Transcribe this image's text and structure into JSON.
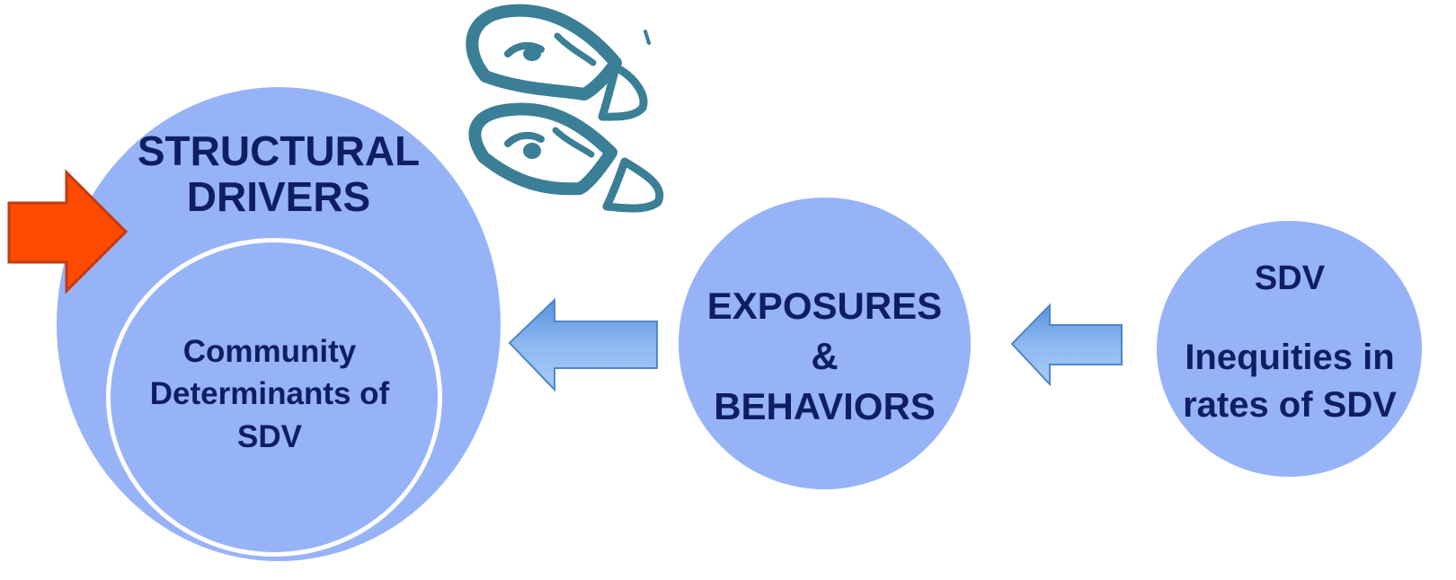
{
  "diagram": {
    "structural": {
      "title_line1": "STRUCTURAL",
      "title_line2": "DRIVERS",
      "inner_line1": "Community",
      "inner_line2": "Determinants of",
      "inner_line3": "SDV"
    },
    "exposures": {
      "line1": "EXPOSURES",
      "line2": "&",
      "line3": "BEHAVIORS"
    },
    "sdv": {
      "title": "SDV",
      "line1": "Inequities in",
      "line2": "rates of SDV"
    },
    "colors": {
      "circle_fill": "#97b3f8",
      "text": "#0f1e63",
      "pointer_arrow": "#ff4a00",
      "flow_arrow": "#6fa0e0",
      "logo": "#3a7f96"
    },
    "icons": {
      "logo": "butterfly-logo-icon",
      "pointer": "arrow-right-icon",
      "flow": "arrow-left-icon"
    }
  }
}
